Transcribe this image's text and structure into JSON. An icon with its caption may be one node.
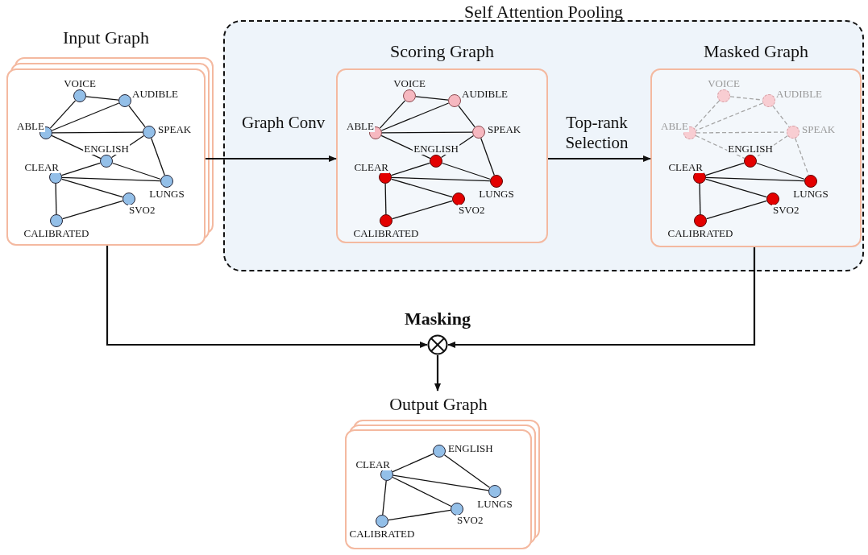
{
  "diagram": {
    "nodes": [
      {
        "text": [
          "Input Graph"
        ]
      },
      {
        "text": [
          "VOICE"
        ],
        "in": 0
      },
      {
        "text": [
          "AUDIBLE"
        ],
        "in": 0
      },
      {
        "text": [
          "ABLE"
        ],
        "in": 0
      },
      {
        "text": [
          "SPEAK"
        ],
        "in": 0
      },
      {
        "text": [
          "ENGLISH"
        ],
        "in": 0
      },
      {
        "text": [
          "CLEAR"
        ],
        "in": 0
      },
      {
        "text": [
          "LUNGS"
        ],
        "in": 0
      },
      {
        "text": [
          "SVO2"
        ],
        "in": 0
      },
      {
        "text": [
          "CALIBRATED"
        ],
        "in": 0
      },
      {
        "text": [
          "Self Attention Pooling"
        ]
      },
      {
        "text": [
          "Scoring Graph"
        ],
        "in": 10
      },
      {
        "text": [
          "VOICE"
        ],
        "in": 11
      },
      {
        "text": [
          "AUDIBLE"
        ],
        "in": 11
      },
      {
        "text": [
          "ABLE"
        ],
        "in": 11
      },
      {
        "text": [
          "SPEAK"
        ],
        "in": 11
      },
      {
        "text": [
          "ENGLISH"
        ],
        "in": 11
      },
      {
        "text": [
          "CLEAR"
        ],
        "in": 11
      },
      {
        "text": [
          "LUNGS"
        ],
        "in": 11
      },
      {
        "text": [
          "SVO2"
        ],
        "in": 11
      },
      {
        "text": [
          "CALIBRATED"
        ],
        "in": 11
      },
      {
        "text": [
          "Masked Graph"
        ],
        "in": 10
      },
      {
        "text": [
          "VOICE"
        ],
        "in": 21
      },
      {
        "text": [
          "AUDIBLE"
        ],
        "in": 21
      },
      {
        "text": [
          "ABLE"
        ],
        "in": 21
      },
      {
        "text": [
          "SPEAK"
        ],
        "in": 21
      },
      {
        "text": [
          "ENGLISH"
        ],
        "in": 21
      },
      {
        "text": [
          "CLEAR"
        ],
        "in": 21
      },
      {
        "text": [
          "LUNGS"
        ],
        "in": 21
      },
      {
        "text": [
          "SVO2"
        ],
        "in": 21
      },
      {
        "text": [
          "CALIBRATED"
        ],
        "in": 21
      },
      {
        "text": [],
        "shape": "circle",
        "beside": [
          "Masking"
        ]
      },
      {
        "text": [
          "Output Graph"
        ]
      },
      {
        "text": [
          "ENGLISH"
        ],
        "in": 32
      },
      {
        "text": [
          "CLEAR"
        ],
        "in": 32
      },
      {
        "text": [
          "LUNGS"
        ],
        "in": 32
      },
      {
        "text": [
          "SVO2"
        ],
        "in": 32
      },
      {
        "text": [
          "CALIBRATED"
        ],
        "in": 32
      }
    ],
    "edges": [
      {
        "from": 0,
        "to": 11,
        "arrow": "to",
        "label": "Graph Conv"
      },
      {
        "from": 11,
        "to": 21,
        "arrow": "to",
        "label": "Top-rank Selection"
      },
      {
        "from": 0,
        "to": 31,
        "arrow": "to"
      },
      {
        "from": 21,
        "to": 31,
        "arrow": "to"
      },
      {
        "from": 31,
        "to": 32,
        "arrow": "to"
      },
      {
        "from": 1,
        "to": 2,
        "arrow": "none"
      },
      {
        "from": 1,
        "to": 3,
        "arrow": "none"
      },
      {
        "from": 2,
        "to": 3,
        "arrow": "none"
      },
      {
        "from": 2,
        "to": 4,
        "arrow": "none"
      },
      {
        "from": 3,
        "to": 4,
        "arrow": "none"
      },
      {
        "from": 3,
        "to": 5,
        "arrow": "none"
      },
      {
        "from": 4,
        "to": 5,
        "arrow": "none"
      },
      {
        "from": 4,
        "to": 7,
        "arrow": "none"
      },
      {
        "from": 5,
        "to": 6,
        "arrow": "none"
      },
      {
        "from": 5,
        "to": 7,
        "arrow": "none"
      },
      {
        "from": 6,
        "to": 7,
        "arrow": "none"
      },
      {
        "from": 6,
        "to": 8,
        "arrow": "none"
      },
      {
        "from": 6,
        "to": 9,
        "arrow": "none"
      },
      {
        "from": 8,
        "to": 9,
        "arrow": "none"
      },
      {
        "from": 12,
        "to": 13,
        "arrow": "none"
      },
      {
        "from": 12,
        "to": 14,
        "arrow": "none"
      },
      {
        "from": 13,
        "to": 14,
        "arrow": "none"
      },
      {
        "from": 13,
        "to": 15,
        "arrow": "none"
      },
      {
        "from": 14,
        "to": 15,
        "arrow": "none"
      },
      {
        "from": 14,
        "to": 16,
        "arrow": "none"
      },
      {
        "from": 15,
        "to": 16,
        "arrow": "none"
      },
      {
        "from": 15,
        "to": 18,
        "arrow": "none"
      },
      {
        "from": 16,
        "to": 17,
        "arrow": "none"
      },
      {
        "from": 16,
        "to": 18,
        "arrow": "none"
      },
      {
        "from": 17,
        "to": 18,
        "arrow": "none"
      },
      {
        "from": 17,
        "to": 19,
        "arrow": "none"
      },
      {
        "from": 17,
        "to": 20,
        "arrow": "none"
      },
      {
        "from": 19,
        "to": 20,
        "arrow": "none"
      },
      {
        "from": 22,
        "to": 23,
        "arrow": "none",
        "style": "dashed",
        "color": "#a6a6a6"
      },
      {
        "from": 22,
        "to": 24,
        "arrow": "none",
        "style": "dashed",
        "color": "#a6a6a6"
      },
      {
        "from": 23,
        "to": 24,
        "arrow": "none",
        "style": "dashed",
        "color": "#a6a6a6"
      },
      {
        "from": 23,
        "to": 25,
        "arrow": "none",
        "style": "dashed",
        "color": "#a6a6a6"
      },
      {
        "from": 24,
        "to": 25,
        "arrow": "none",
        "style": "dashed",
        "color": "#a6a6a6"
      },
      {
        "from": 24,
        "to": 26,
        "arrow": "none",
        "style": "dashed",
        "color": "#a6a6a6"
      },
      {
        "from": 25,
        "to": 26,
        "arrow": "none",
        "style": "dashed",
        "color": "#a6a6a6"
      },
      {
        "from": 25,
        "to": 28,
        "arrow": "none",
        "style": "dashed",
        "color": "#a6a6a6"
      },
      {
        "from": 26,
        "to": 27,
        "arrow": "none"
      },
      {
        "from": 26,
        "to": 28,
        "arrow": "none"
      },
      {
        "from": 27,
        "to": 28,
        "arrow": "none"
      },
      {
        "from": 27,
        "to": 29,
        "arrow": "none"
      },
      {
        "from": 27,
        "to": 30,
        "arrow": "none"
      },
      {
        "from": 29,
        "to": 30,
        "arrow": "none"
      },
      {
        "from": 34,
        "to": 33,
        "arrow": "none"
      },
      {
        "from": 33,
        "to": 35,
        "arrow": "none"
      },
      {
        "from": 34,
        "to": 35,
        "arrow": "none"
      },
      {
        "from": 34,
        "to": 36,
        "arrow": "none"
      },
      {
        "from": 34,
        "to": 37,
        "arrow": "none"
      },
      {
        "from": 37,
        "to": 36,
        "arrow": "none"
      }
    ]
  }
}
